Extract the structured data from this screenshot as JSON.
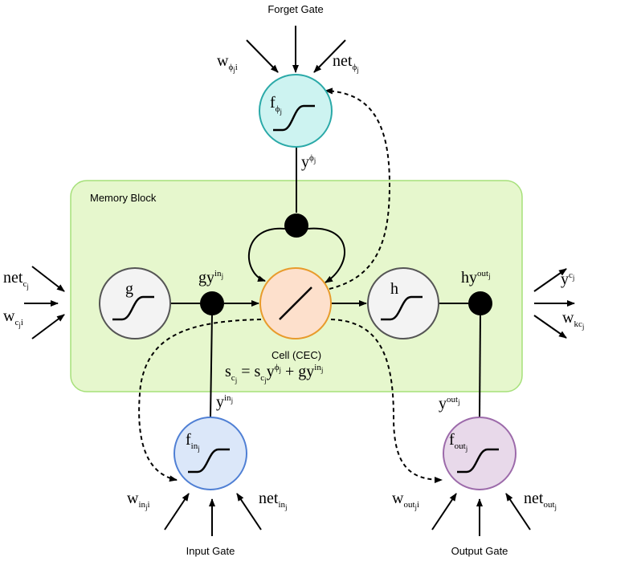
{
  "titles": {
    "forget_gate": "Forget Gate",
    "input_gate": "Input Gate",
    "output_gate": "Output Gate",
    "memory_block": "Memory Block",
    "cell": "Cell (CEC)"
  },
  "nodes": {
    "g": "g",
    "h": "h",
    "f": "f"
  },
  "labels": {
    "w": "w",
    "net": "net",
    "y": "y",
    "gy": "gy",
    "hy": "hy",
    "s": "s",
    "plus": "+",
    "equals": "=",
    "phi": "ϕ",
    "in": "in",
    "out": "out",
    "c": "c",
    "kc": "kc",
    "j": "j",
    "i": "i"
  },
  "colors": {
    "memory_block_fill": "#e6f7cd",
    "memory_block_stroke": "#a6e07a",
    "forget_gate_fill": "#cdf3f1",
    "forget_gate_stroke": "#2aa9a8",
    "input_gate_fill": "#dbe7f9",
    "input_gate_stroke": "#4f7fd4",
    "output_gate_fill": "#e8d9ea",
    "output_gate_stroke": "#9c6aaa",
    "cell_fill": "#fde0cc",
    "cell_stroke": "#e89b2c",
    "neutral_fill": "#f3f3f3",
    "neutral_stroke": "#555555"
  }
}
